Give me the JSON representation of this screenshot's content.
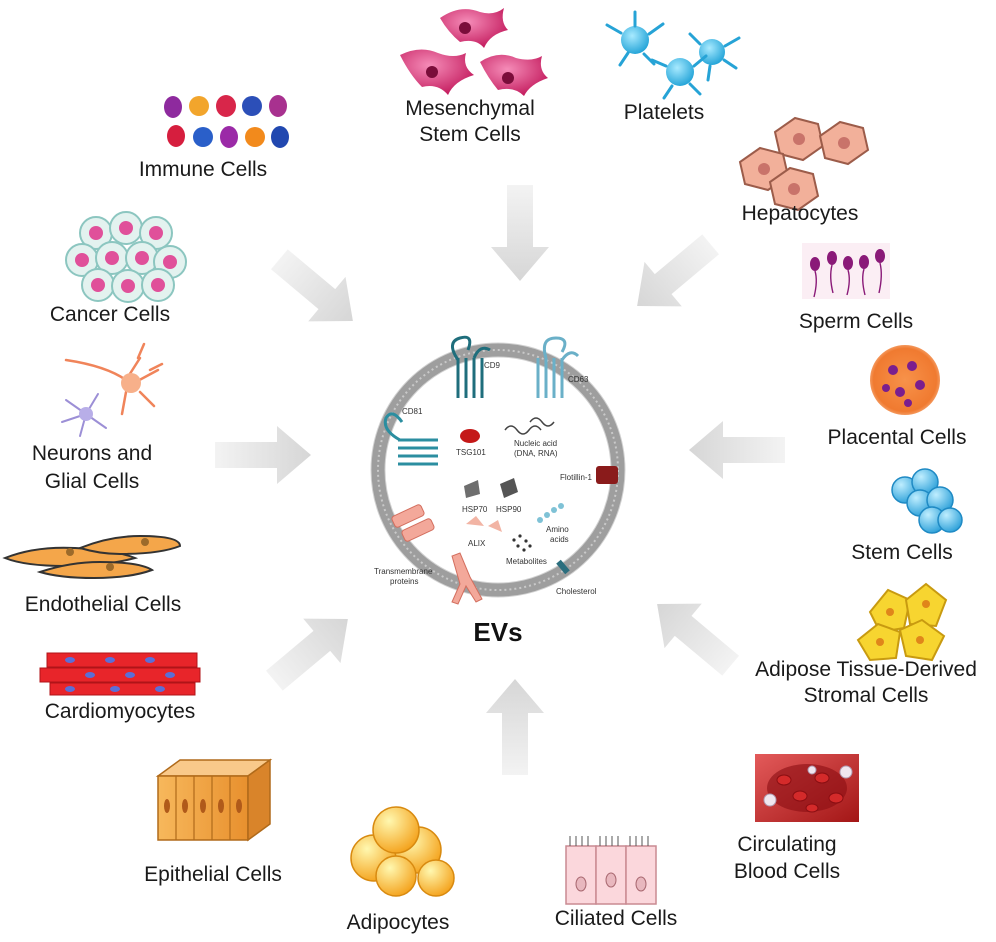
{
  "center": {
    "title": "EVs",
    "labels": {
      "cd9": "CD9",
      "cd63": "CD63",
      "cd81": "CD81",
      "tsg101": "TSG101",
      "nucleic": "Nucleic acid",
      "nucleic2": "(DNA, RNA)",
      "flotillin": "Flotillin-1",
      "hsp70": "HSP70",
      "hsp90": "HSP90",
      "amino": "Amino",
      "amino2": "acids",
      "alix": "ALIX",
      "metabolites": "Metabolites",
      "transmembrane": "Transmembrane",
      "transmembrane2": "proteins",
      "cholesterol": "Cholesterol"
    }
  },
  "sources": {
    "immune": "Immune Cells",
    "msc1": "Mesenchymal",
    "msc2": "Stem Cells",
    "platelets": "Platelets",
    "hepatocytes": "Hepatocytes",
    "sperm": "Sperm Cells",
    "cancer": "Cancer Cells",
    "neurons1": "Neurons and",
    "neurons2": "Glial Cells",
    "placental": "Placental Cells",
    "stem": "Stem Cells",
    "endothelial": "Endothelial Cells",
    "adipose1": "Adipose Tissue-Derived",
    "adipose2": "Stromal Cells",
    "cardio": "Cardiomyocytes",
    "epithelial": "Epithelial Cells",
    "circulating1": "Circulating",
    "circulating2": "Blood Cells",
    "adipocytes": "Adipocytes",
    "ciliated": "Ciliated Cells"
  },
  "colors": {
    "arrow": "#dcdcdc",
    "membrane": "#9e9e9e",
    "cd9": "#2b7f8e",
    "cd63": "#78bcd2",
    "tsg101": "#c41818",
    "flotillin": "#8a1b1b"
  }
}
